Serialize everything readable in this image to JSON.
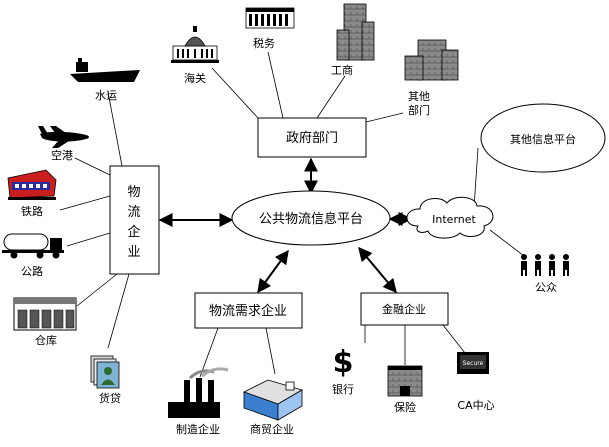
{
  "center": {
    "label": "公共物流信息平台"
  },
  "government": {
    "label": "政府部门",
    "branches": {
      "customs": "海关",
      "tax": "税务",
      "commerce": "工商",
      "other_line1": "其他",
      "other_line2": "部门"
    }
  },
  "logistics": {
    "label_chars": [
      "物",
      "流",
      "企",
      "业"
    ],
    "branches": {
      "water": "水运",
      "air": "空港",
      "rail": "铁路",
      "road": "公路",
      "warehouse": "仓库",
      "freight": "货贷"
    }
  },
  "demand": {
    "label": "物流需求企业",
    "branches": {
      "manufacturing": "制造企业",
      "trade": "商贸企业"
    }
  },
  "finance": {
    "label": "金融企业",
    "branches": {
      "bank": "银行",
      "insurance": "保险",
      "ca": "CA中心"
    }
  },
  "internet": {
    "label": "Internet"
  },
  "other_platform": {
    "label": "其他信息平台"
  },
  "public": {
    "label": "公众"
  },
  "icons": {
    "bank_symbol": "$",
    "ca_screen": "Secure"
  }
}
